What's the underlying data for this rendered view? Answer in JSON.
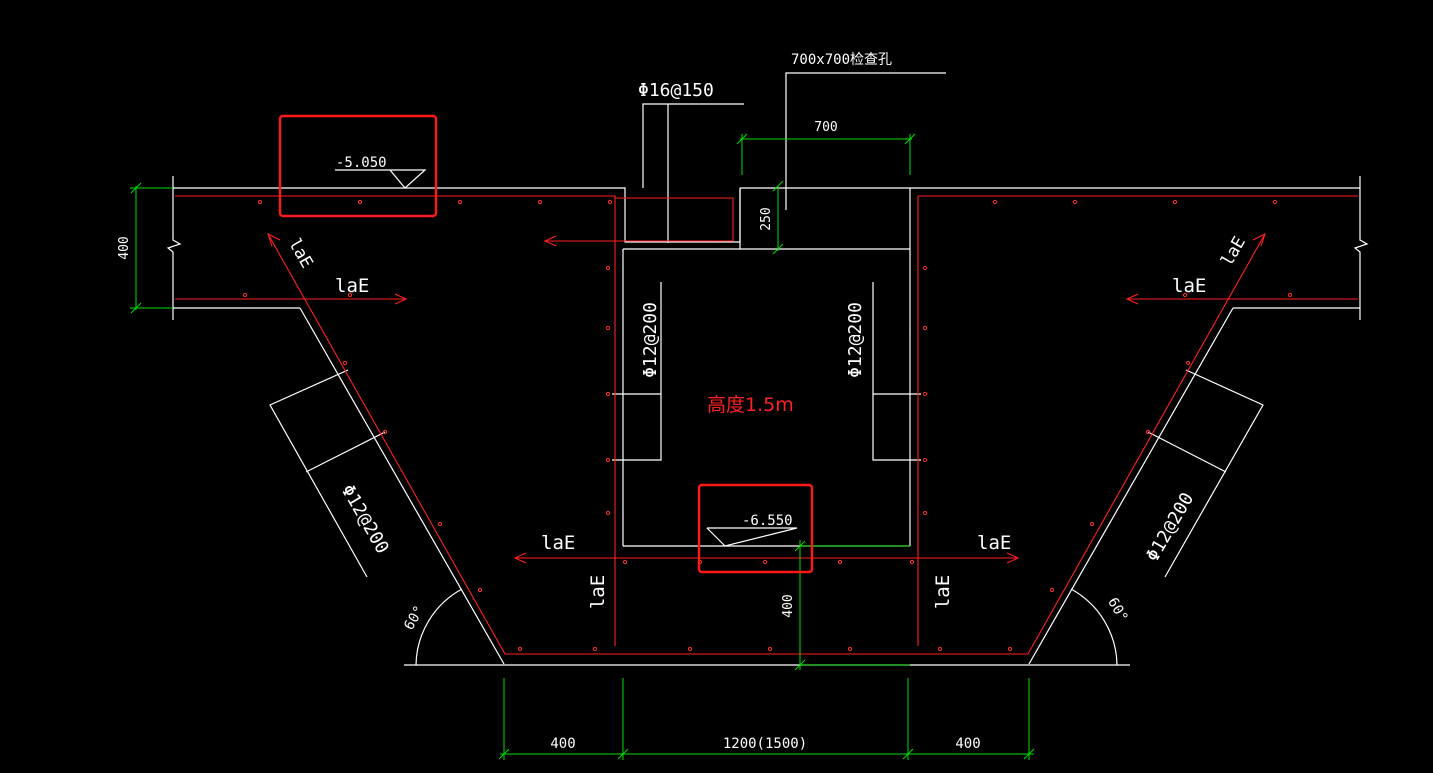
{
  "labels": {
    "elev_top": "-5.050",
    "elev_bottom": "-6.550",
    "rebar_top": "Φ16@150",
    "hole_note": "700x700检查孔",
    "rebar_wall_left": "Φ12@200",
    "rebar_wall_right": "Φ12@200",
    "rebar_slope_left": "Φ12@200",
    "rebar_slope_right": "Φ12@200",
    "height_note": "高度1.5m",
    "lae": "laE",
    "angle": "60°"
  },
  "dimensions": {
    "slab_thickness": "400",
    "hole_width": "700",
    "hole_depth": "250",
    "base_thickness": "400",
    "bottom_left": "400",
    "bottom_mid": "1200(1500)",
    "bottom_right": "400"
  },
  "colors": {
    "background": "#000000",
    "outline": "#ffffff",
    "rebar": "#ff2020",
    "dimension": "#00dd00",
    "highlight": "#ff1a1a",
    "note": "#ff2020"
  }
}
